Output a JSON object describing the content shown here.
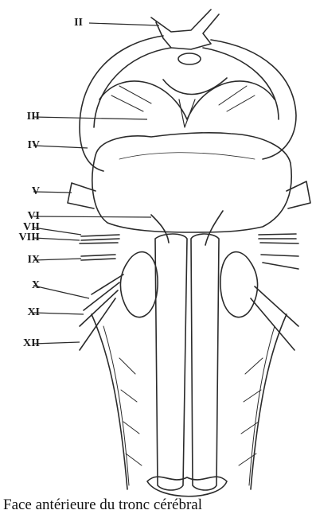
{
  "labels": {
    "ii": "II",
    "iii": "III",
    "iv": "IV",
    "v": "V",
    "vi": "VI",
    "vii": "VII",
    "viii": "VIII",
    "ix": "IX",
    "x": "X",
    "xi": "XI",
    "xii": "XII"
  },
  "caption": "Face antérieure du tronc cérébral"
}
